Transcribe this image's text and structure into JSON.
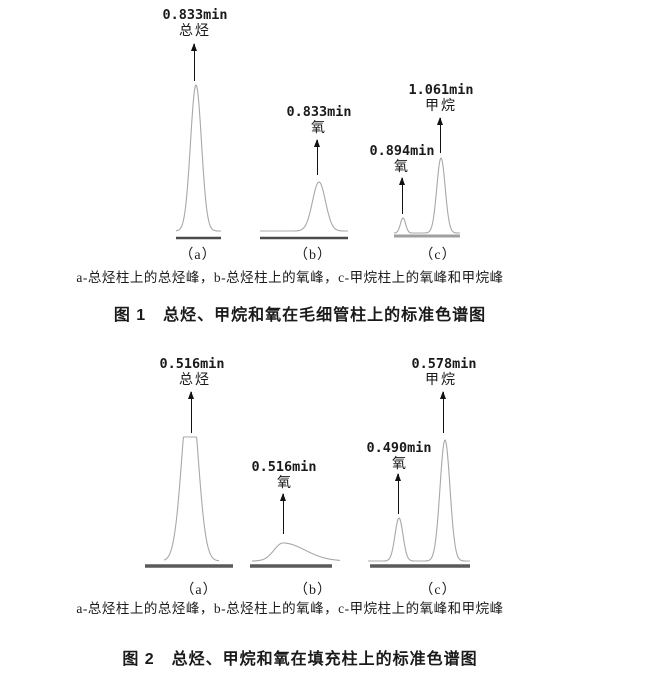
{
  "colors": {
    "background": "#ffffff",
    "ink": "#1a1a1a",
    "curve": "#a8a8a8",
    "baseline_dark": "#4a4a4a",
    "baseline_light": "#9f9f9f"
  },
  "figures": [
    {
      "panels": [
        {
          "label": "（a）",
          "annotations": [
            {
              "time": "0.833min",
              "analyte": "总烃"
            }
          ]
        },
        {
          "label": "（b）",
          "annotations": [
            {
              "time": "0.833min",
              "analyte": "氧"
            }
          ]
        },
        {
          "label": "（c）",
          "annotations": [
            {
              "time": "0.894min",
              "analyte": "氧"
            },
            {
              "time": "1.061min",
              "analyte": "甲烷"
            }
          ]
        }
      ],
      "legend": "a-总烃柱上的总烃峰，b-总烃柱上的氧峰，c-甲烷柱上的氧峰和甲烷峰",
      "title": "图 1　总烃、甲烷和氧在毛细管柱上的标准色谱图"
    },
    {
      "panels": [
        {
          "label": "（a）",
          "annotations": [
            {
              "time": "0.516min",
              "analyte": "总烃"
            }
          ]
        },
        {
          "label": "（b）",
          "annotations": [
            {
              "time": "0.516min",
              "analyte": "氧"
            }
          ]
        },
        {
          "label": "（c）",
          "annotations": [
            {
              "time": "0.490min",
              "analyte": "氧"
            },
            {
              "time": "0.578min",
              "analyte": "甲烷"
            }
          ]
        }
      ],
      "legend": "a-总烃柱上的总烃峰，b-总烃柱上的氧峰，c-甲烷柱上的氧峰和甲烷峰",
      "title": "图 2　总烃、甲烷和氧在填充柱上的标准色谱图"
    }
  ],
  "chart_data": [
    {
      "type": "line",
      "title": "图 1　总烃、甲烷和氧在毛细管柱上的标准色谱图",
      "column_type": "毛细管柱",
      "legend": "a-总烃柱上的总烃峰，b-总烃柱上的氧峰，c-甲烷柱上的氧峰和甲烷峰",
      "panels": [
        {
          "panel": "a",
          "description": "总烃柱上的总烃峰",
          "peaks": [
            {
              "analyte": "总烃",
              "retention_time_min": 0.833,
              "relative_height": 1.0,
              "shape": "tall narrow"
            }
          ]
        },
        {
          "panel": "b",
          "description": "总烃柱上的氧峰",
          "peaks": [
            {
              "analyte": "氧",
              "retention_time_min": 0.833,
              "relative_height": 0.34,
              "shape": "narrow"
            }
          ]
        },
        {
          "panel": "c",
          "description": "甲烷柱上的氧峰和甲烷峰",
          "peaks": [
            {
              "analyte": "氧",
              "retention_time_min": 0.894,
              "relative_height": 0.1,
              "shape": "small narrow"
            },
            {
              "analyte": "甲烷",
              "retention_time_min": 1.061,
              "relative_height": 0.51,
              "shape": "narrow"
            }
          ]
        }
      ]
    },
    {
      "type": "line",
      "title": "图 2　总烃、甲烷和氧在填充柱上的标准色谱图",
      "column_type": "填充柱",
      "legend": "a-总烃柱上的总烃峰，b-总烃柱上的氧峰，c-甲烷柱上的氧峰和甲烷峰",
      "panels": [
        {
          "panel": "a",
          "description": "总烃柱上的总烃峰",
          "peaks": [
            {
              "analyte": "总烃",
              "retention_time_min": 0.516,
              "relative_height": 1.0,
              "shape": "broad flat-topped"
            }
          ]
        },
        {
          "panel": "b",
          "description": "总烃柱上的氧峰",
          "peaks": [
            {
              "analyte": "氧",
              "retention_time_min": 0.516,
              "relative_height": 0.15,
              "shape": "broad low asymmetric"
            }
          ]
        },
        {
          "panel": "c",
          "description": "甲烷柱上的氧峰和甲烷峰",
          "peaks": [
            {
              "analyte": "氧",
              "retention_time_min": 0.49,
              "relative_height": 0.35,
              "shape": "narrow"
            },
            {
              "analyte": "甲烷",
              "retention_time_min": 0.578,
              "relative_height": 0.98,
              "shape": "narrow"
            }
          ]
        }
      ]
    }
  ]
}
